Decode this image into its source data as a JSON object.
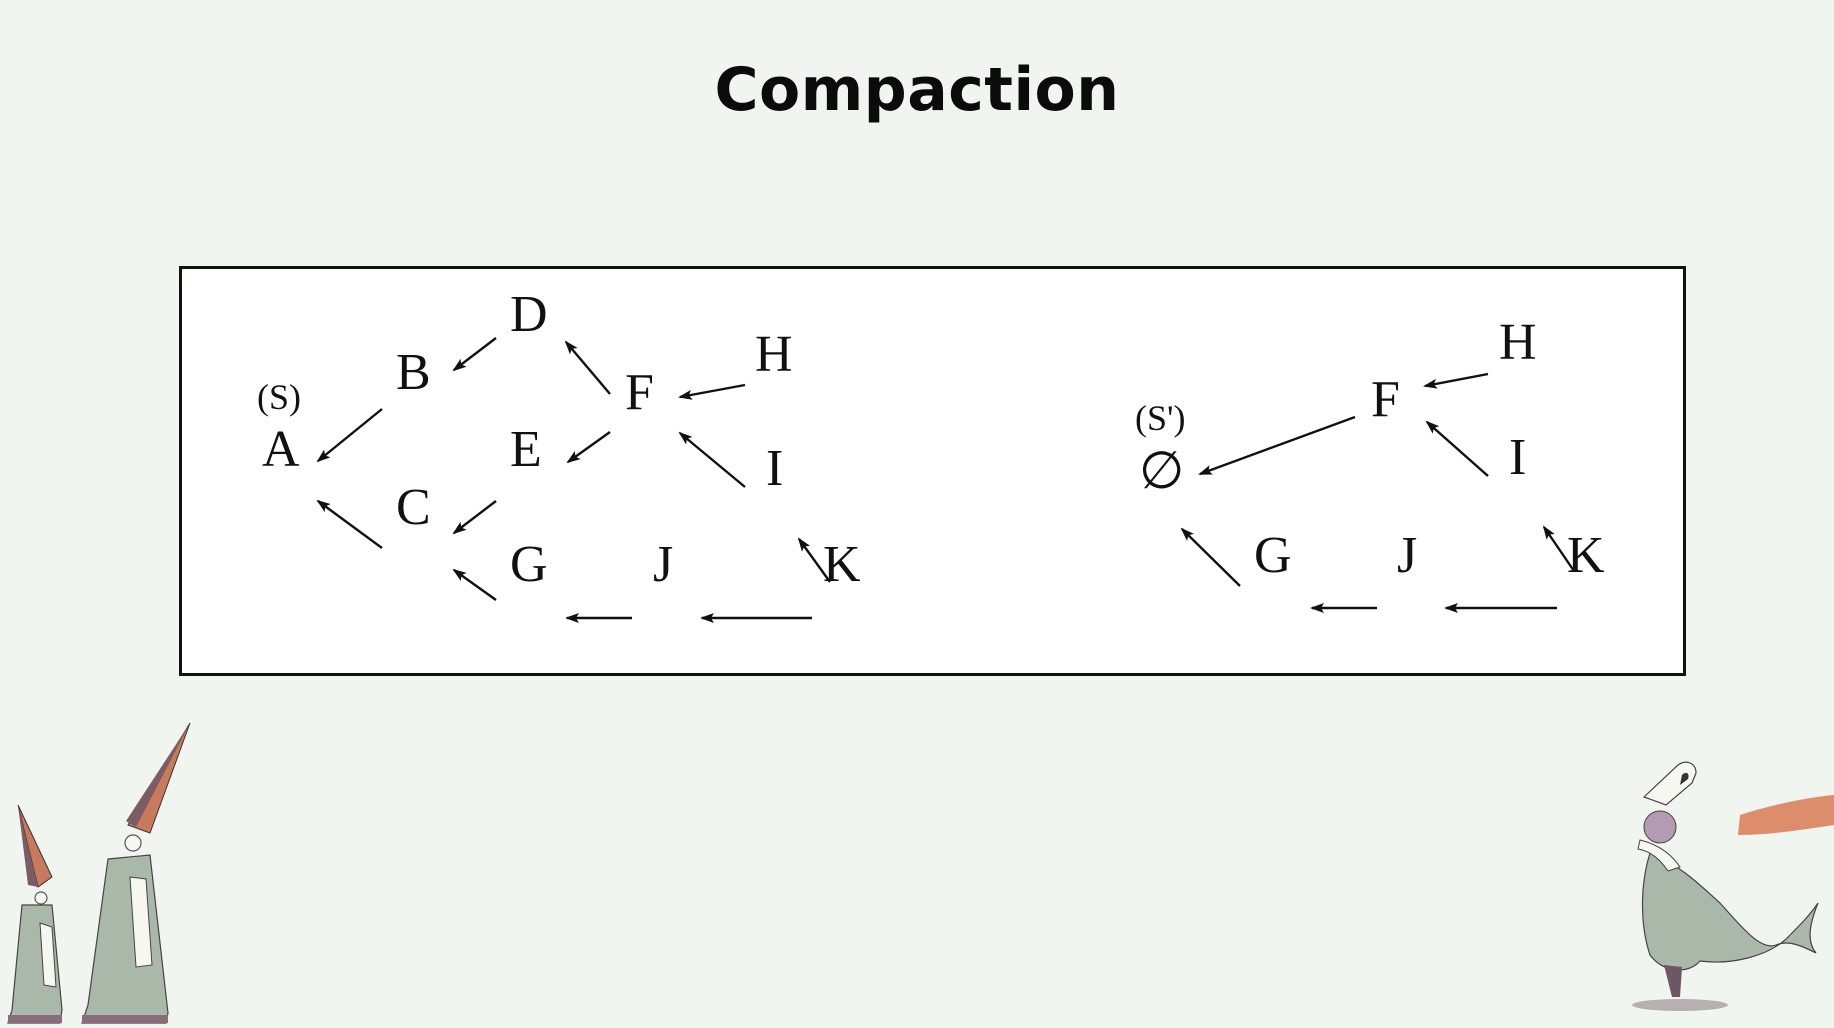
{
  "slide": {
    "title": "Compaction"
  },
  "diagram_left": {
    "source_label": "(S)",
    "nodes": [
      "A",
      "B",
      "C",
      "D",
      "E",
      "F",
      "G",
      "H",
      "I",
      "J",
      "K"
    ],
    "edges": [
      [
        "B",
        "A"
      ],
      [
        "C",
        "A"
      ],
      [
        "D",
        "B"
      ],
      [
        "E",
        "C"
      ],
      [
        "G",
        "C"
      ],
      [
        "F",
        "D"
      ],
      [
        "F",
        "E"
      ],
      [
        "H",
        "F"
      ],
      [
        "I",
        "F"
      ],
      [
        "J",
        "G"
      ],
      [
        "K",
        "J"
      ],
      [
        "K",
        "I"
      ]
    ]
  },
  "diagram_right": {
    "source_label": "(S')",
    "nodes": [
      "∅",
      "F",
      "G",
      "H",
      "I",
      "J",
      "K"
    ],
    "edges": [
      [
        "F",
        "∅"
      ],
      [
        "G",
        "∅"
      ],
      [
        "H",
        "F"
      ],
      [
        "I",
        "F"
      ],
      [
        "J",
        "G"
      ],
      [
        "K",
        "J"
      ],
      [
        "K",
        "I"
      ]
    ]
  },
  "colors": {
    "background": "#f1f5f0",
    "frame": "#111111",
    "text": "#0b0b0b"
  },
  "decorations": [
    "pointed-hat-figures",
    "masked-dancer-figure"
  ]
}
